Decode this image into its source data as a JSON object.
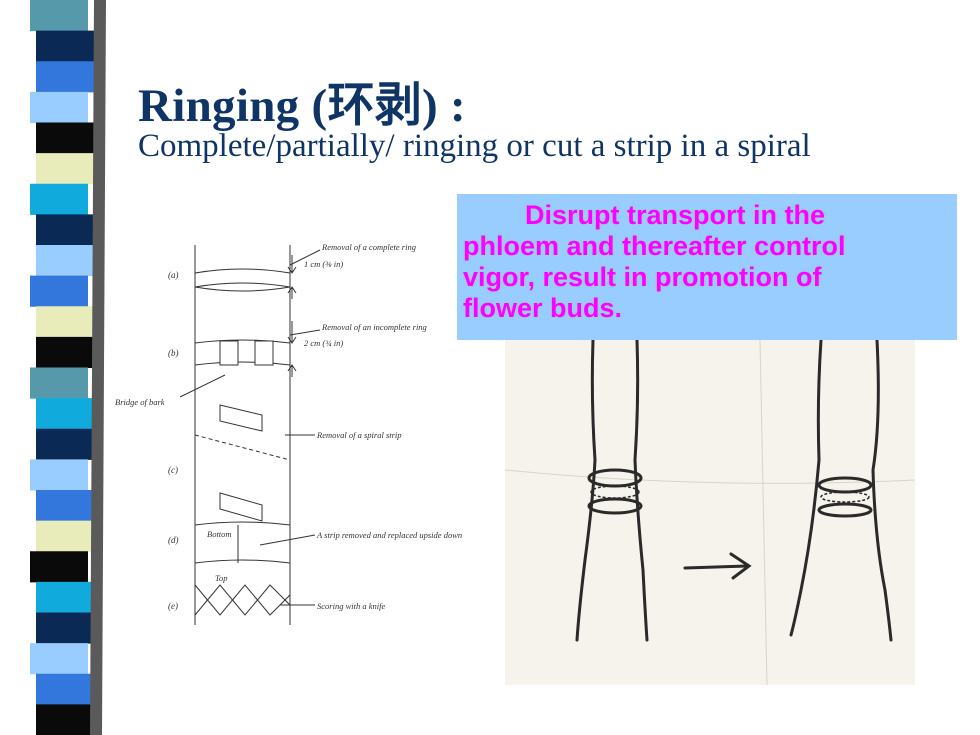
{
  "slide": {
    "title": "Ringing (环剥) :",
    "subtitle": "Complete/partially/ ringing or cut a strip in a spiral",
    "callout_lines": [
      "Disrupt transport in the",
      "phloem and thereafter control",
      "vigor, result in promotion of",
      "flower buds."
    ]
  },
  "diagram": {
    "labels": {
      "a": "(a)",
      "b": "(b)",
      "c": "(c)",
      "d": "(d)",
      "e": "(e)",
      "complete_ring": "Removal of a complete ring",
      "size_1cm": "1 cm (⅜ in)",
      "incomplete_ring": "Removal of an incomplete ring",
      "size_2cm": "2 cm (¾ in)",
      "bridge": "Bridge of bark",
      "spiral": "Removal of a spiral strip",
      "bottom": "Bottom",
      "top": "Top",
      "strip_replaced": "A strip removed and replaced upside down",
      "scoring": "Scoring with a knife"
    }
  },
  "colors": {
    "title": "#0f3466",
    "callout_bg": "#99ccff",
    "callout_text": "#ff00ff",
    "bar_dark": "#0a0a0a",
    "bar_navy": "#0a2a55",
    "bar_blue": "#3377dd",
    "bar_cyan": "#11aadd",
    "bar_light": "#99ccff",
    "bar_cream": "#e8ecbb",
    "bar_gray": "#5599aa"
  }
}
